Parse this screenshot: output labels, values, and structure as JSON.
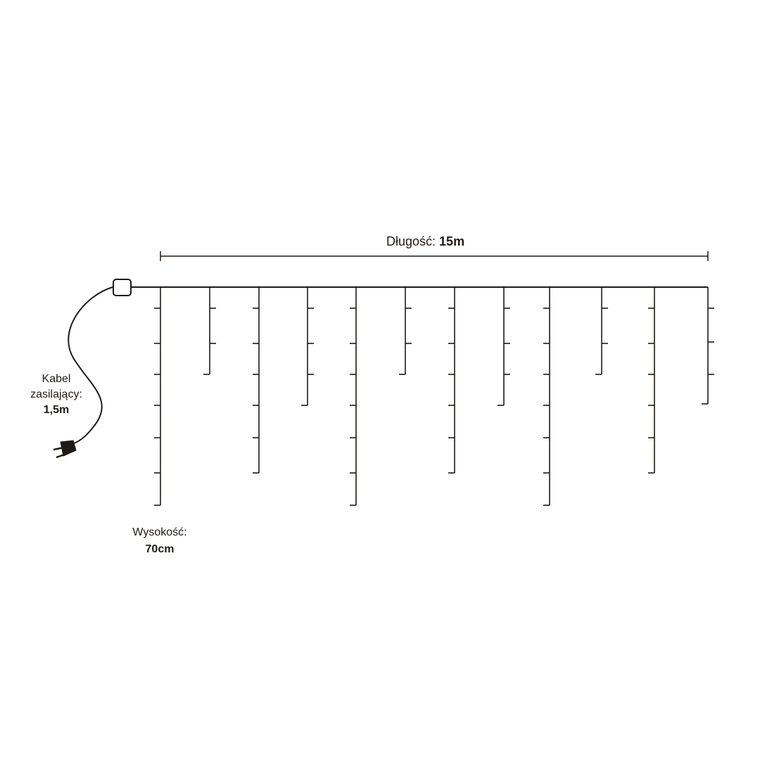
{
  "length": {
    "label": "Długość:",
    "value": "15m"
  },
  "cable": {
    "label_line1": "Kabel",
    "label_line2": "zasilający:",
    "value": "1,5m"
  },
  "height": {
    "label": "Wysokość:",
    "value": "70cm"
  },
  "colors": {
    "wire": "#1e1a16",
    "background": "#ffffff"
  },
  "icons": [
    "power-plug-icon",
    "connector-box-icon"
  ]
}
